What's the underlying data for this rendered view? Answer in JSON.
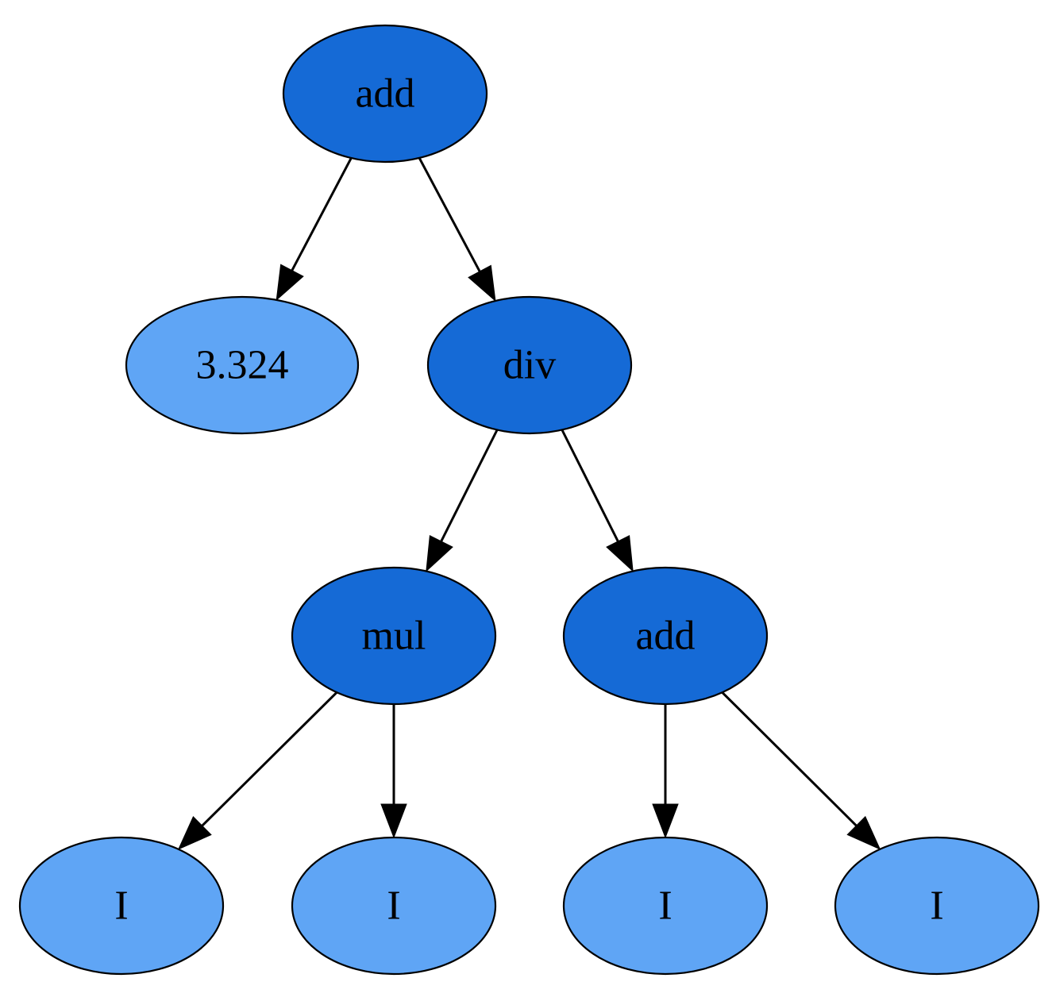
{
  "colors": {
    "operator_fill": "#156ad6",
    "terminal_fill": "#5fa5f5",
    "outline": "#000000",
    "edge": "#000000"
  },
  "nodes": [
    {
      "id": "root-add",
      "label": "add",
      "kind": "operator"
    },
    {
      "id": "const-3-324",
      "label": "3.324",
      "kind": "terminal"
    },
    {
      "id": "div",
      "label": "div",
      "kind": "operator"
    },
    {
      "id": "mul",
      "label": "mul",
      "kind": "operator"
    },
    {
      "id": "inner-add",
      "label": "add",
      "kind": "operator"
    },
    {
      "id": "leaf-1",
      "label": "I",
      "kind": "terminal"
    },
    {
      "id": "leaf-2",
      "label": "I",
      "kind": "terminal"
    },
    {
      "id": "leaf-3",
      "label": "I",
      "kind": "terminal"
    },
    {
      "id": "leaf-4",
      "label": "I",
      "kind": "terminal"
    }
  ],
  "edges": [
    {
      "from": "root-add",
      "to": "const-3-324"
    },
    {
      "from": "root-add",
      "to": "div"
    },
    {
      "from": "div",
      "to": "mul"
    },
    {
      "from": "div",
      "to": "inner-add"
    },
    {
      "from": "mul",
      "to": "leaf-1"
    },
    {
      "from": "mul",
      "to": "leaf-2"
    },
    {
      "from": "inner-add",
      "to": "leaf-3"
    },
    {
      "from": "inner-add",
      "to": "leaf-4"
    }
  ]
}
